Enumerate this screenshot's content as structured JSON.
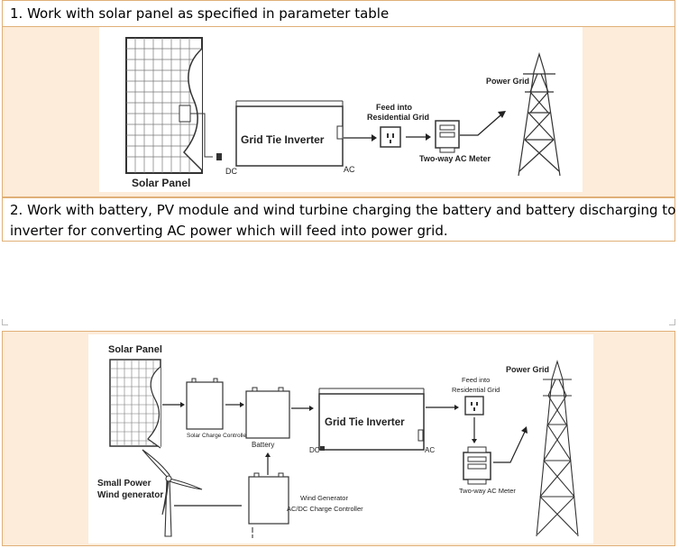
{
  "section1": {
    "heading": "1. Work with solar panel as specified in parameter table",
    "diagram": {
      "solar_panel": "Solar Panel",
      "inverter": "Grid Tie Inverter",
      "dc": "DC",
      "ac": "AC",
      "feed_line1": "Feed into",
      "feed_line2": "Residential Grid",
      "meter": "Two-way AC Meter",
      "power_grid": "Power Grid"
    }
  },
  "section2": {
    "heading_line1": "2.  Work with battery, PV module and wind turbine charging the battery and battery discharging to",
    "heading_line2": "inverter for converting AC power which will feed into power grid.",
    "diagram": {
      "solar_panel": "Solar Panel",
      "charge_controller": "Solar Charge Controller",
      "battery": "Battery",
      "inverter": "Grid Tie Inverter",
      "dc": "DC",
      "ac": "AC",
      "feed_line1": "Feed into",
      "feed_line2": "Residential Grid",
      "meter": "Two-way AC Meter",
      "power_grid": "Power Grid",
      "wind_line1": "Small Power",
      "wind_line2": "Wind generator",
      "wind_ctrl_line1": "Wind Generator",
      "wind_ctrl_line2": "AC/DC Charge Controller"
    }
  }
}
